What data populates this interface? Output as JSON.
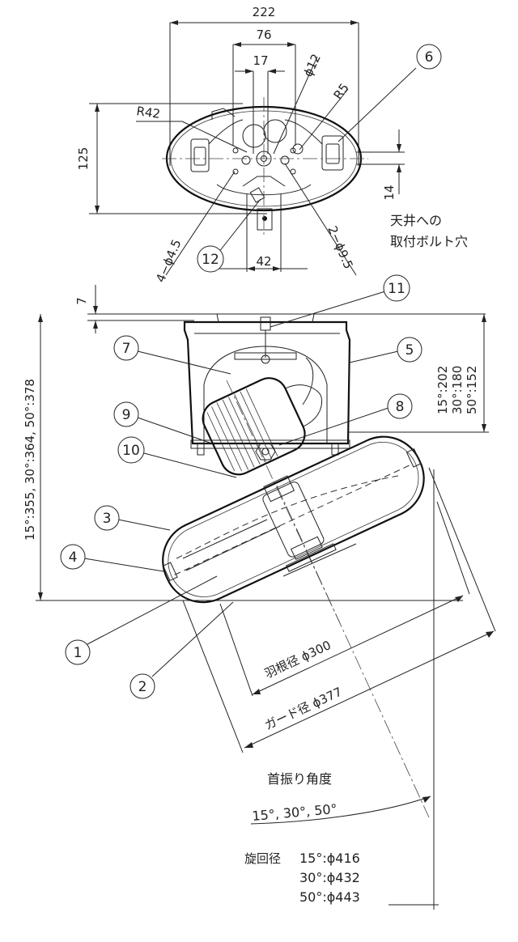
{
  "top_view": {
    "dims": {
      "width": "222",
      "inner": "76",
      "center": "17",
      "diameter": "ϕ12",
      "radius_small": "R5",
      "radius_large": "R42",
      "height": "125",
      "offset": "14",
      "bolt_pitch": "42",
      "small_holes": "4−ϕ4.5",
      "bolt_holes": "2−ϕ9.5"
    },
    "note_line1": "天井への",
    "note_line2": "取付ボルト穴"
  },
  "side_view": {
    "dims": {
      "gap": "7",
      "height_left": "15°:355, 30°:364, 50°:378",
      "depth_15": "15°:202",
      "depth_30": "30°:180",
      "depth_50": "50°:152",
      "blade": "羽根径 ϕ300",
      "guard": "ガード径 ϕ377"
    }
  },
  "callouts": [
    "1",
    "2",
    "3",
    "4",
    "5",
    "6",
    "7",
    "8",
    "9",
    "10",
    "11",
    "12"
  ],
  "swing": {
    "title": "首振り角度",
    "angles": "15°, 30°, 50°"
  },
  "rotation": {
    "label": "旋回径",
    "rows": [
      "15°:ϕ416",
      "30°:ϕ432",
      "50°:ϕ443"
    ]
  }
}
